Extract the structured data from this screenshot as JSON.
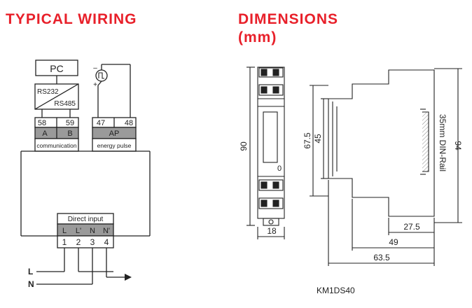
{
  "titles": {
    "wiring": "TYPICAL WIRING",
    "dimensions_line1": "DIMENSIONS",
    "dimensions_line2": "(mm)"
  },
  "wiring": {
    "pc": "PC",
    "rs232": "RS232",
    "rs485": "RS485",
    "comm_terminals": [
      "58",
      "59"
    ],
    "comm_signals": [
      "A",
      "B"
    ],
    "comm_label": "communication",
    "pulse_terminals": [
      "47",
      "48"
    ],
    "pulse_signal": "AP",
    "pulse_label": "energy pulse",
    "counter_minus": "–",
    "counter_plus": "+",
    "direct_input_label": "Direct input",
    "input_signals": [
      "L",
      "L'",
      "N",
      "N'"
    ],
    "input_terminals": [
      "1",
      "2",
      "3",
      "4"
    ],
    "line_L": "L",
    "line_N": "N"
  },
  "dimensions": {
    "front_height": "90",
    "front_width": "18",
    "display_digit": "0",
    "side_height_inner": "67.5",
    "side_height_body": "45",
    "side_height_total": "94",
    "din_rail": "35mm DIN-Rail",
    "depth_front": "27.5",
    "depth_mid": "49",
    "depth_total": "63.5"
  },
  "model": "KM1DS40",
  "colors": {
    "title_red": "#e8202a",
    "terminal_gray": "#9a9a9a",
    "terminal_light": "#d8d8d8",
    "line": "#222222"
  }
}
